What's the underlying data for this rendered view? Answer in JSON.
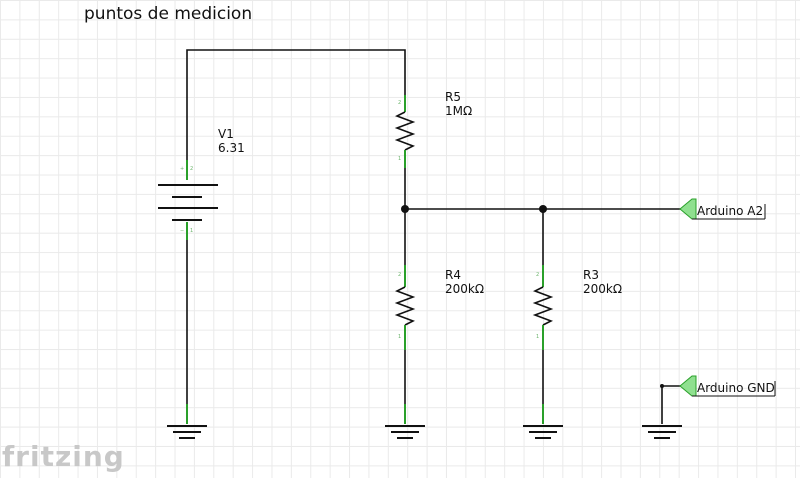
{
  "title": "puntos de medicion",
  "brand": "fritzing",
  "colors": {
    "wire": "#111111",
    "pin": "#2aa02a",
    "connector": "#8fe08f"
  },
  "components": {
    "v1": {
      "name": "V1",
      "value": "6.31"
    },
    "r5": {
      "name": "R5",
      "value": "1MΩ"
    },
    "r4": {
      "name": "R4",
      "value": "200kΩ"
    },
    "r3": {
      "name": "R3",
      "value": "200kΩ"
    }
  },
  "connectors": {
    "a2": "Arduino A2",
    "gnd": "Arduino GND"
  }
}
